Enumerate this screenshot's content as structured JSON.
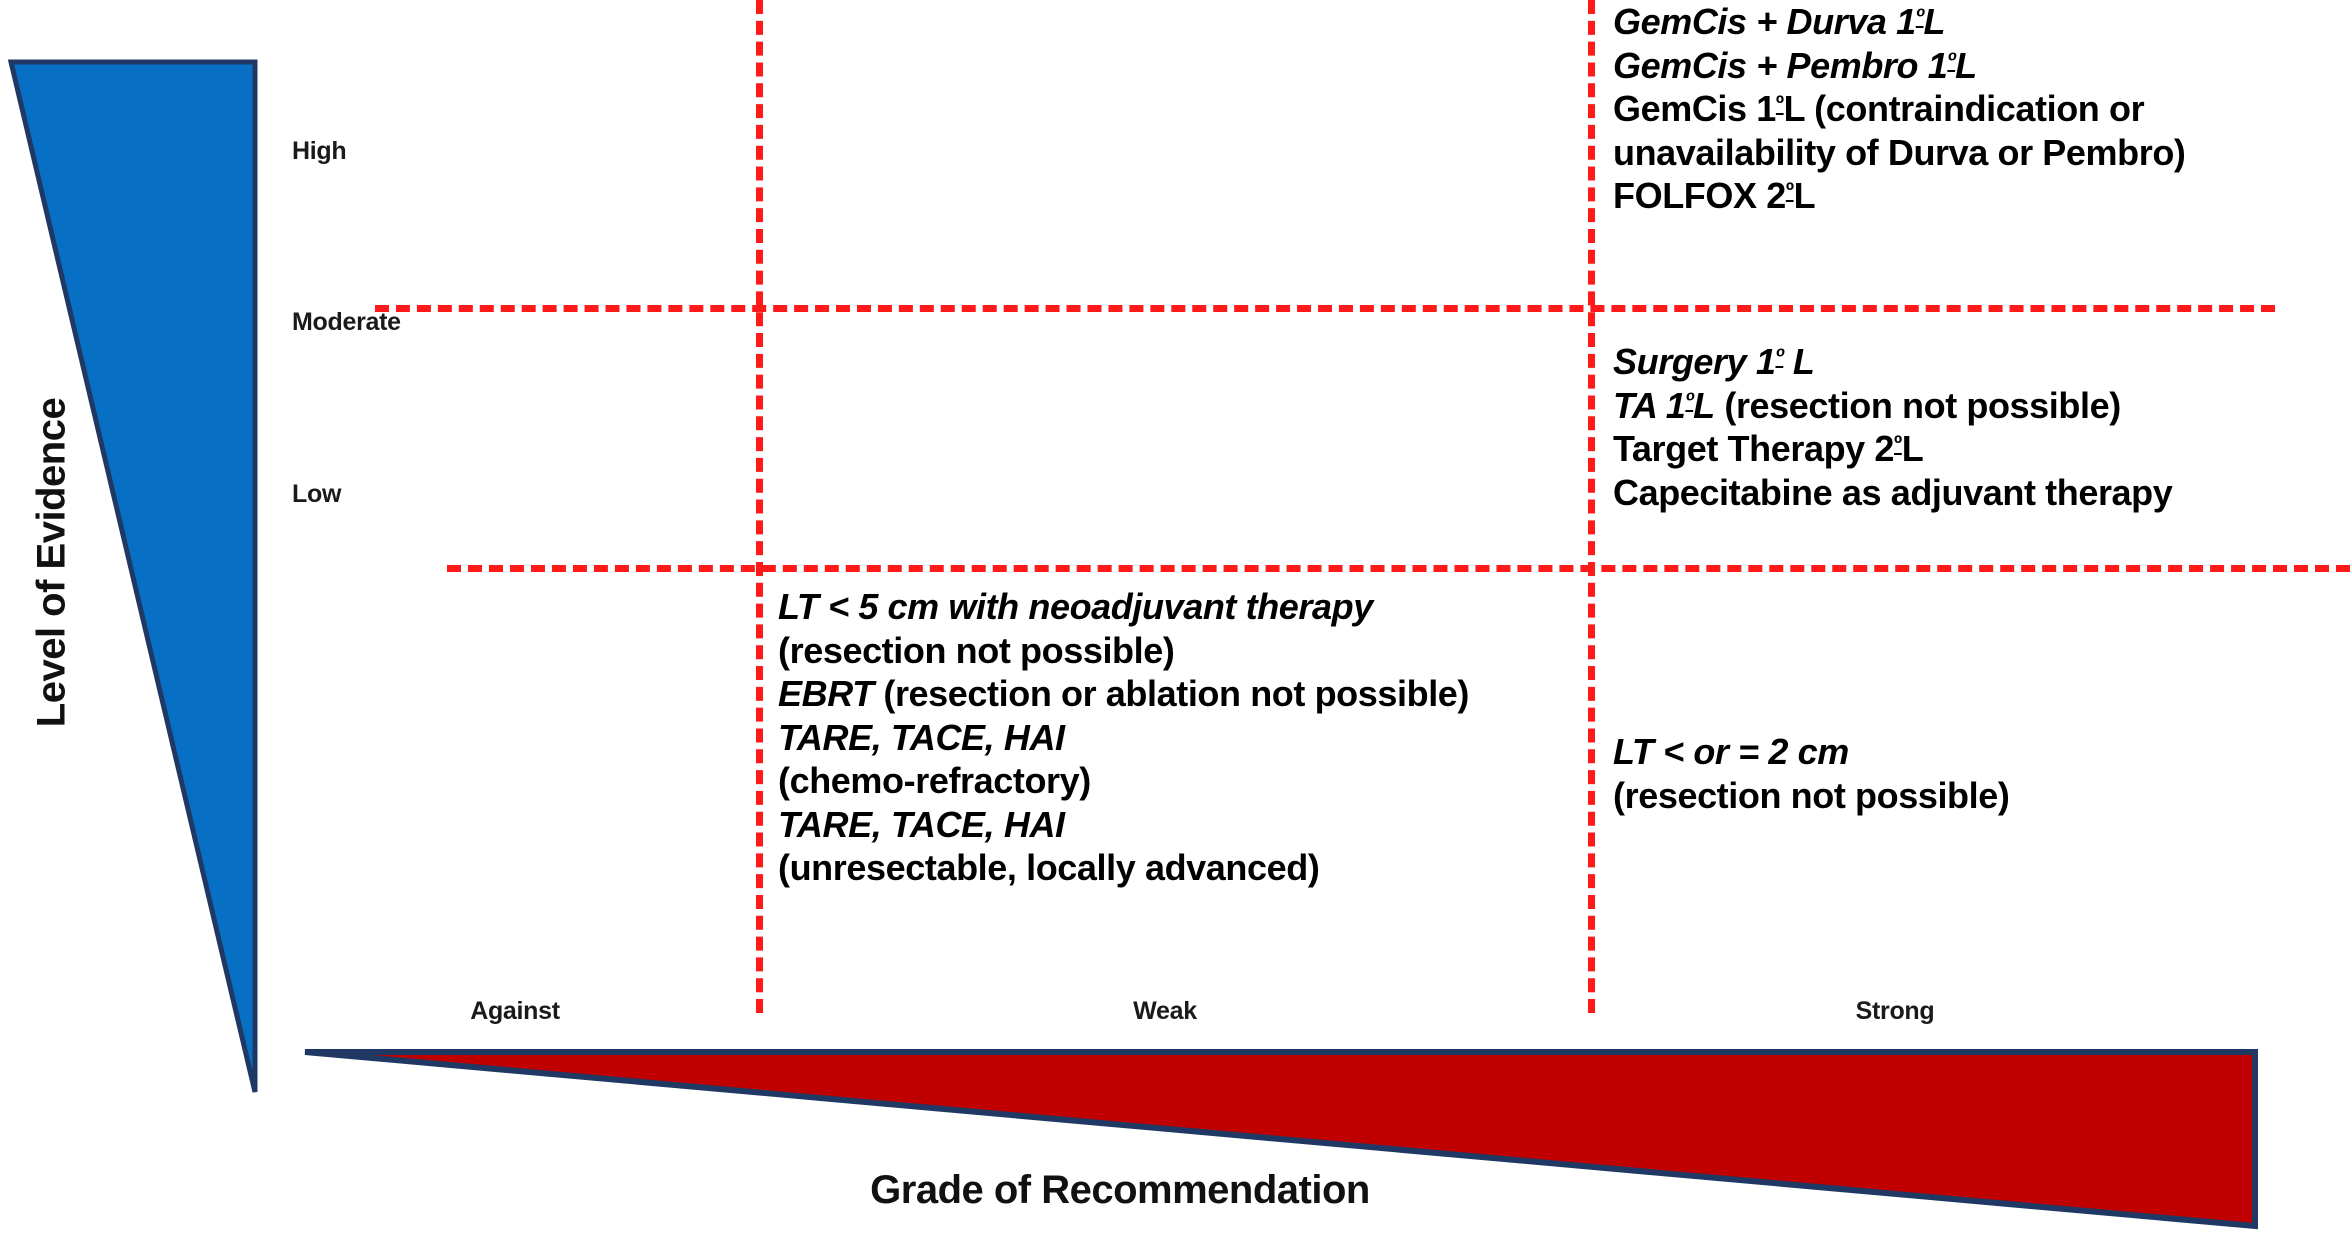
{
  "axes": {
    "y_title": "Level of Evidence",
    "x_title": "Grade of Recommendation",
    "y_ticks": [
      "High",
      "Moderate",
      "Low"
    ],
    "x_ticks": [
      "Against",
      "Weak",
      "Strong"
    ]
  },
  "colors": {
    "evidence_triangle": "#0870C4",
    "recommendation_triangle": "#C00000",
    "triangle_outline": "#1F3864",
    "grid_dash": "#FF1A1A"
  },
  "cells": {
    "high_strong": {
      "level": "High",
      "grade": "Strong",
      "lines": [
        {
          "lead": "GemCis + Durva 1ºL",
          "lead_style": "bold-italic",
          "rest": "",
          "rest_style": ""
        },
        {
          "lead": "GemCis + Pembro 1ºL",
          "lead_style": "bold-italic",
          "rest": "",
          "rest_style": ""
        },
        {
          "lead": "GemCis 1ºL (contraindication or",
          "lead_style": "bold",
          "rest": "",
          "rest_style": ""
        },
        {
          "lead": "unavailability of Durva or Pembro)",
          "lead_style": "bold",
          "rest": "",
          "rest_style": ""
        },
        {
          "lead": "FOLFOX 2ºL",
          "lead_style": "bold",
          "rest": "",
          "rest_style": ""
        }
      ]
    },
    "moderate_strong": {
      "level": "Moderate",
      "grade": "Strong",
      "lines": [
        {
          "lead": "Surgery 1º L",
          "lead_style": "bold-italic",
          "rest": "",
          "rest_style": ""
        },
        {
          "lead": "TA 1ºL",
          "lead_style": "bold-italic",
          "rest": "  (resection not possible)",
          "rest_style": "bold"
        },
        {
          "lead": "Target Therapy 2ºL",
          "lead_style": "bold",
          "rest": "",
          "rest_style": ""
        },
        {
          "lead": "Capecitabine as adjuvant therapy",
          "lead_style": "bold",
          "rest": "",
          "rest_style": ""
        }
      ]
    },
    "low_weak": {
      "level": "Low",
      "grade": "Weak",
      "lines": [
        {
          "lead": "LT < 5 cm with neoadjuvant therapy",
          "lead_style": "bold-italic",
          "rest": "",
          "rest_style": ""
        },
        {
          "lead": "",
          "lead_style": "",
          "rest": "(resection not possible)",
          "rest_style": "bold"
        },
        {
          "lead": "EBRT",
          "lead_style": "bold-italic",
          "rest": " (resection or ablation not possible)",
          "rest_style": "bold"
        },
        {
          "lead": "TARE, TACE, HAI",
          "lead_style": "bold-italic",
          "rest": "",
          "rest_style": ""
        },
        {
          "lead": "",
          "lead_style": "",
          "rest": "(chemo-refractory)",
          "rest_style": "bold"
        },
        {
          "lead": "TARE, TACE, HAI",
          "lead_style": "bold-italic",
          "rest": "",
          "rest_style": ""
        },
        {
          "lead": "",
          "lead_style": "",
          "rest": "(unresectable, locally advanced)",
          "rest_style": "bold"
        }
      ]
    },
    "low_strong": {
      "level": "Low",
      "grade": "Strong",
      "lines": [
        {
          "lead": "LT < or = 2 cm",
          "lead_style": "bold-italic",
          "rest": "",
          "rest_style": ""
        },
        {
          "lead": "",
          "lead_style": "",
          "rest": "(resection not possible)",
          "rest_style": "bold"
        }
      ]
    }
  }
}
